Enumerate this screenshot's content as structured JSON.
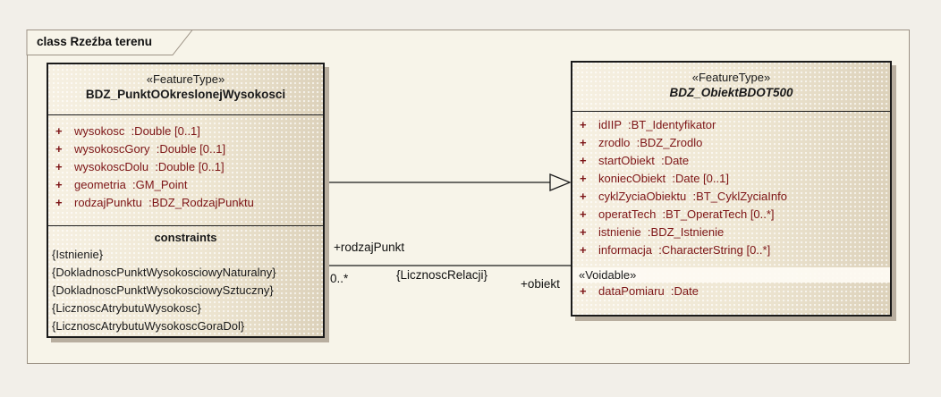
{
  "frame": {
    "title": "class Rzeźba terenu"
  },
  "left_class": {
    "stereotype": "«FeatureType»",
    "name": "BDZ_PunktOOkreslonejWysokosci",
    "attributes": [
      {
        "vis": "+",
        "text": "wysokosc  :Double [0..1]"
      },
      {
        "vis": "+",
        "text": "wysokoscGory  :Double [0..1]"
      },
      {
        "vis": "+",
        "text": "wysokoscDolu  :Double [0..1]"
      },
      {
        "vis": "+",
        "text": "geometria  :GM_Point"
      },
      {
        "vis": "+",
        "text": "rodzajPunktu  :BDZ_RodzajPunktu"
      }
    ],
    "constraints_title": "constraints",
    "constraints": [
      "{Istnienie}",
      "{DokladnoscPunktWysokosciowyNaturalny}",
      "{DokladnoscPunktWysokosciowySztuczny}",
      "{LicznoscAtrybutuWysokosc}",
      "{LicznoscAtrybutuWysokoscGoraDol}"
    ]
  },
  "right_class": {
    "stereotype": "«FeatureType»",
    "name": "BDZ_ObiektBDOT500",
    "attributes": [
      {
        "vis": "+",
        "text": "idIIP  :BT_Identyfikator"
      },
      {
        "vis": "+",
        "text": "zrodlo  :BDZ_Zrodlo"
      },
      {
        "vis": "+",
        "text": "startObiekt  :Date"
      },
      {
        "vis": "+",
        "text": "koniecObiekt  :Date [0..1]"
      },
      {
        "vis": "+",
        "text": "cyklZyciaObiektu  :BT_CyklZyciaInfo"
      },
      {
        "vis": "+",
        "text": "operatTech  :BT_OperatTech [0..*]"
      },
      {
        "vis": "+",
        "text": "istnienie  :BDZ_Istnienie"
      },
      {
        "vis": "+",
        "text": "informacja  :CharacterString [0..*]"
      }
    ],
    "voidable_label": "«Voidable»",
    "voidable_attributes": [
      {
        "vis": "+",
        "text": "dataPomiaru  :Date"
      }
    ]
  },
  "association": {
    "role_source": "+rodzajPunkt",
    "multiplicity": "0..*",
    "constraint": "{LicznoscRelacji}",
    "role_target": "+obiekt"
  },
  "colors": {
    "attribute_text": "#7d1517",
    "class_fill_light": "#f6f0e2",
    "class_fill_dark": "#dcd1ba",
    "class_border": "#1a1a1a",
    "shadow": "#b8ae9f",
    "frame_border": "#9c9285",
    "frame_fill": "#f7f4e9",
    "page_background": "#f2efe9"
  }
}
